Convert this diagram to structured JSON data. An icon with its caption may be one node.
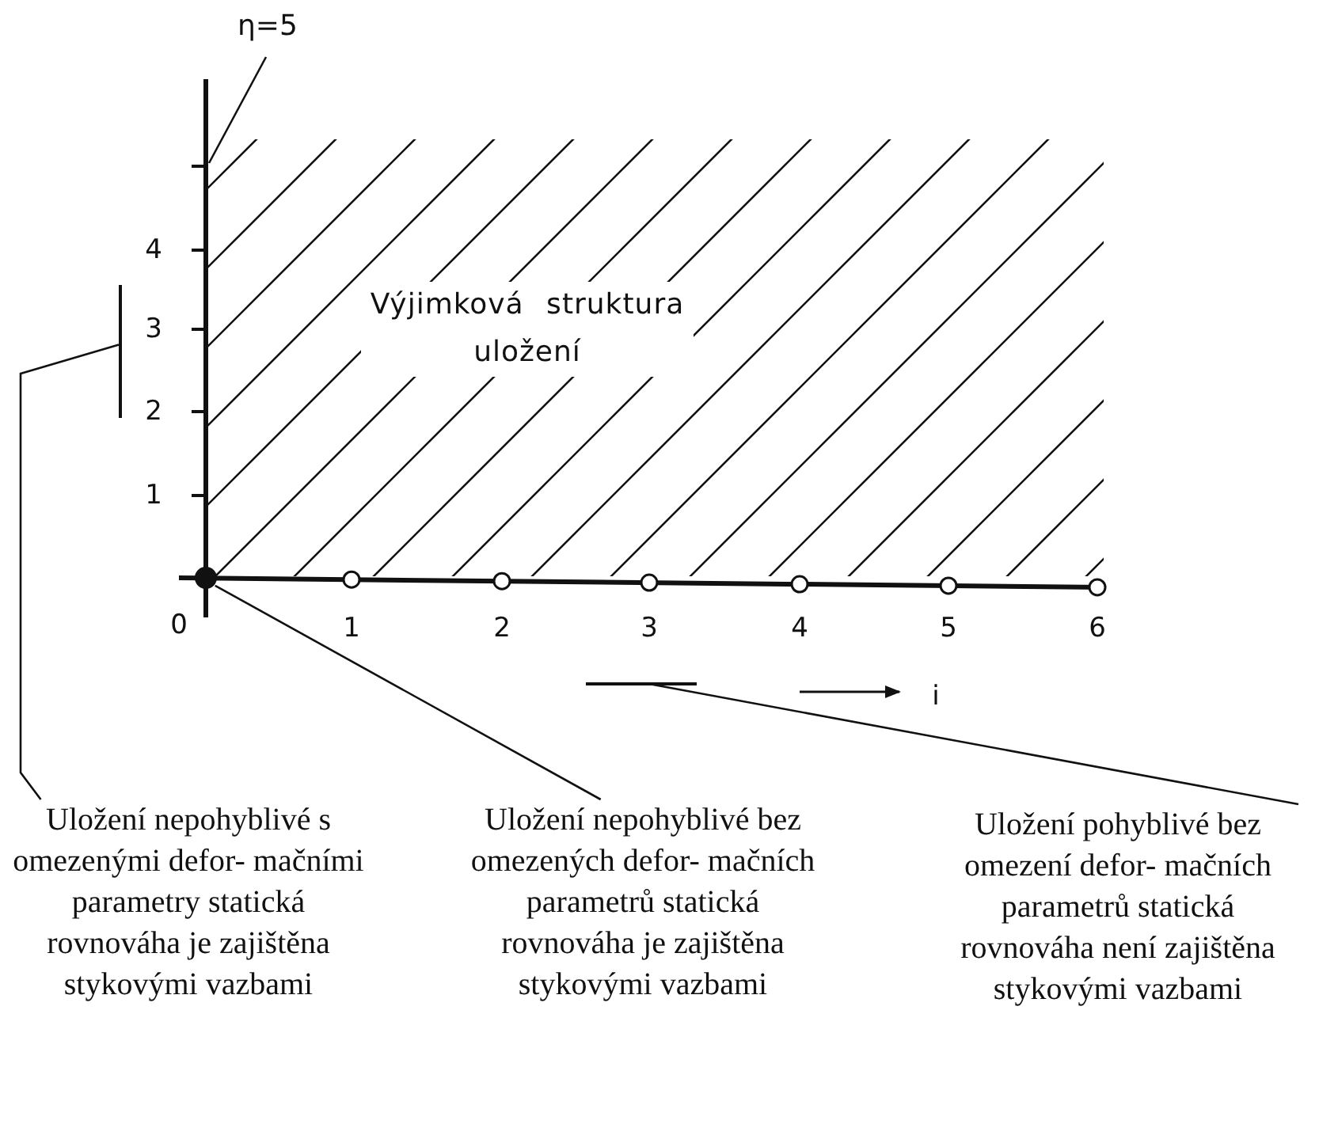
{
  "diagram": {
    "nodes": [
      {
        "text": [
          "η=5"
        ]
      },
      {
        "text": [],
        "shape": "bar"
      },
      {
        "text": [],
        "shape": "circle"
      },
      {
        "text": [],
        "shape": "bar"
      },
      {
        "text": [
          "Uložení nepohyblivé s omezenými defor- mačními parametry statická rovnováha je zajištěna stykovými vazbami"
        ]
      },
      {
        "text": [
          "Uložení nepohyblivé bez omezených defor- mačních parametrů statická rovnováha je zajištěna stykovými vazbami"
        ]
      },
      {
        "text": [
          "Uložení pohyblivé bez omezení defor- mačních parametrů statická rovnováha není zajištěna stykovými vazbami"
        ]
      }
    ],
    "edges": [
      {
        "from": 0,
        "to": null,
        "arrow": "none"
      },
      {
        "from": 4,
        "to": 1,
        "arrow": "none"
      },
      {
        "from": 5,
        "to": 2,
        "arrow": "none"
      },
      {
        "from": 6,
        "to": 3,
        "arrow": "none"
      }
    ],
    "labels": [
      "4",
      "Výjimková struktura uložení",
      "3",
      "2",
      "1",
      "0",
      "1",
      "2",
      "3",
      "4",
      "5",
      "6",
      "i"
    ]
  }
}
